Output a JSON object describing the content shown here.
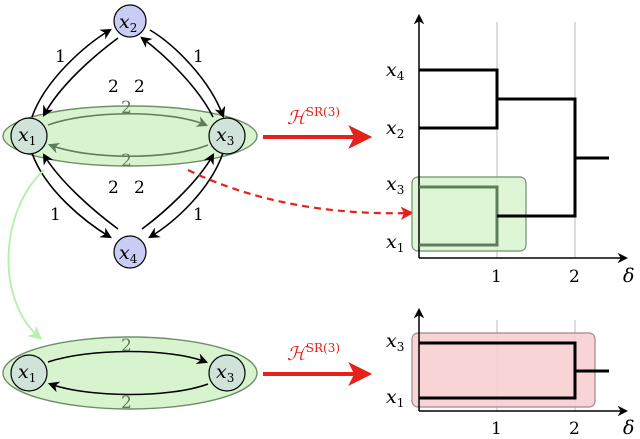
{
  "graph_top": {
    "nodes": {
      "x1": {
        "label": "x",
        "sub": "1"
      },
      "x2": {
        "label": "x",
        "sub": "2"
      },
      "x3": {
        "label": "x",
        "sub": "3"
      },
      "x4": {
        "label": "x",
        "sub": "4"
      }
    },
    "edge_weights": {
      "x1_x2": "1",
      "x2_x1": "2",
      "x2_x3": "1",
      "x3_x2": "2",
      "x1_x3": "2",
      "x3_x1": "2",
      "x1_x4": "1",
      "x4_x1": "2",
      "x3_x4": "1",
      "x4_x3": "2"
    }
  },
  "graph_bottom": {
    "nodes": {
      "x1": {
        "label": "x",
        "sub": "1"
      },
      "x3": {
        "label": "x",
        "sub": "3"
      }
    },
    "edge_weights": {
      "x1_x3": "2",
      "x3_x1": "2"
    }
  },
  "operator": {
    "symbol": "ℋ",
    "superscript": "SR(3)"
  },
  "dendrogram_top": {
    "leaves": [
      {
        "label": "x",
        "sub": "4"
      },
      {
        "label": "x",
        "sub": "2"
      },
      {
        "label": "x",
        "sub": "3"
      },
      {
        "label": "x",
        "sub": "1"
      }
    ],
    "x_ticks": [
      "1",
      "2"
    ],
    "x_axis_label": "δ",
    "merges": [
      {
        "pair": "x4-x2",
        "delta": 1
      },
      {
        "pair": "x3-x1",
        "delta": 1
      },
      {
        "pair": "all",
        "delta": 2
      }
    ]
  },
  "dendrogram_bottom": {
    "leaves": [
      {
        "label": "x",
        "sub": "3"
      },
      {
        "label": "x",
        "sub": "1"
      }
    ],
    "x_ticks": [
      "1",
      "2"
    ],
    "x_axis_label": "δ",
    "merges": [
      {
        "pair": "x3-x1",
        "delta": 2
      }
    ]
  },
  "colors": {
    "node_top": "#c9cdf5",
    "node_side": "#cfe3d9",
    "cluster_fill": "#d8f4cf",
    "cluster_stroke": "#6f8f6a",
    "green_edge": "#5e7d5a",
    "red_arrow": "#e5211b",
    "pink_box": "#f7cfd2",
    "light_green_arrow": "#b8f0b0",
    "grid": "#bbbbbb"
  }
}
